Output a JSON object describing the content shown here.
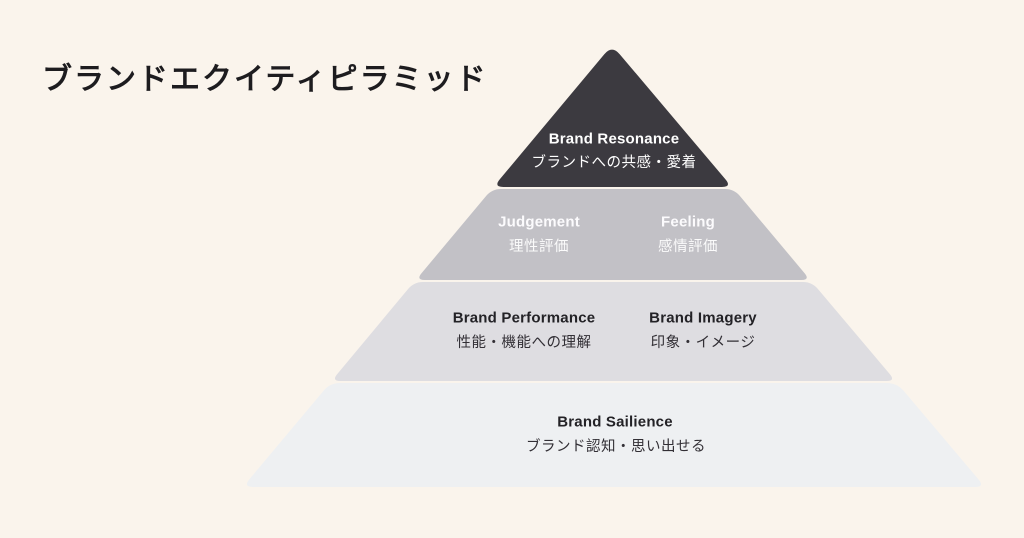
{
  "title": "ブランドエクイティピラミッド",
  "colors": {
    "background": "#faf4ec",
    "title_text": "#1d1c1f",
    "levels": [
      "#3c3a40",
      "#c2c1c6",
      "#dedde1",
      "#eef0f2"
    ],
    "light_text": "#ffffff",
    "dark_text": "#232226"
  },
  "pyramid": {
    "levels": [
      {
        "name": "brand-resonance",
        "items": [
          {
            "en": "Brand Resonance",
            "jp": "ブランドへの共感・愛着"
          }
        ]
      },
      {
        "name": "judgement-feeling",
        "items": [
          {
            "en": "Judgement",
            "jp": "理性評価"
          },
          {
            "en": "Feeling",
            "jp": "感情評価"
          }
        ]
      },
      {
        "name": "performance-imagery",
        "items": [
          {
            "en": "Brand Performance",
            "jp": "性能・機能への理解"
          },
          {
            "en": "Brand Imagery",
            "jp": "印象・イメージ"
          }
        ]
      },
      {
        "name": "brand-salience",
        "items": [
          {
            "en": "Brand Sailience",
            "jp": "ブランド認知・思い出せる"
          }
        ]
      }
    ]
  }
}
